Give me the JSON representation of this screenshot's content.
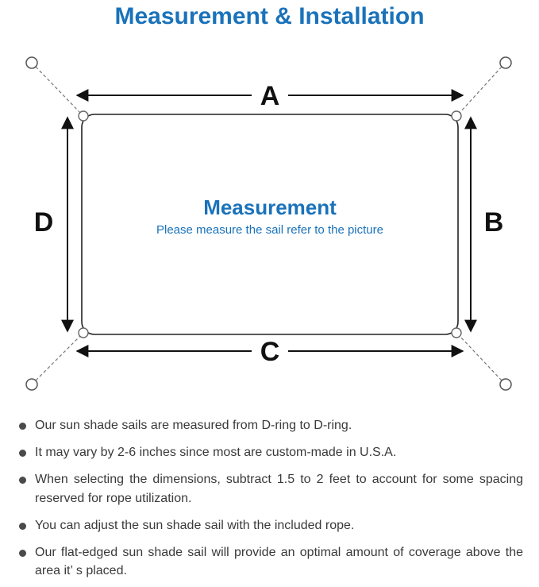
{
  "title": "Measurement & Installation",
  "diagram": {
    "label_a": "A",
    "label_b": "B",
    "label_c": "C",
    "label_d": "D",
    "center_title": "Measurement",
    "center_subtitle": "Please measure the sail refer to the picture"
  },
  "bullets": [
    "Our sun shade sails are measured from D-ring to D-ring.",
    "It may vary by 2-6 inches since most are custom-made in U.S.A.",
    "When selecting the dimensions, subtract 1.5 to 2 feet to account for some spacing reserved for rope utilization.",
    "You can adjust the sun shade sail with the included rope.",
    "Our flat-edged sun shade sail will provide an optimal amount of coverage above the area it’ s placed."
  ],
  "colors": {
    "accent_blue": "#1a72ba",
    "body_text": "#3a3a3a"
  }
}
